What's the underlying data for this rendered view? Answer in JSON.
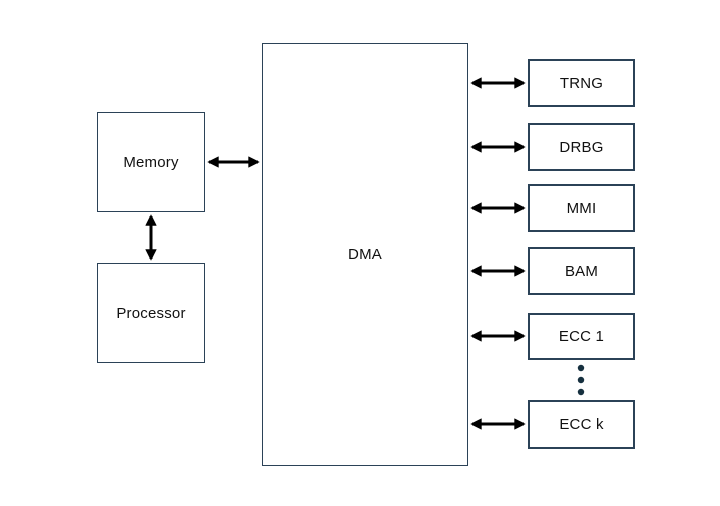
{
  "colors": {
    "background": "#ffffff",
    "box_fill": "#ffffff",
    "box_border": "#2b4257",
    "arrow": "#000000",
    "text": "#111111",
    "ellipsis_dot": "#16303f"
  },
  "diagram": {
    "memory": "Memory",
    "processor": "Processor",
    "dma": "DMA",
    "peripherals": [
      "TRNG",
      "DRBG",
      "MMI",
      "BAM",
      "ECC 1",
      "ECC k"
    ],
    "ellipsis_dot_count": 3,
    "connections": [
      "Memory <-> DMA",
      "Memory <-> Processor",
      "DMA <-> TRNG",
      "DMA <-> DRBG",
      "DMA <-> MMI",
      "DMA <-> BAM",
      "DMA <-> ECC 1",
      "DMA <-> ECC k"
    ]
  }
}
